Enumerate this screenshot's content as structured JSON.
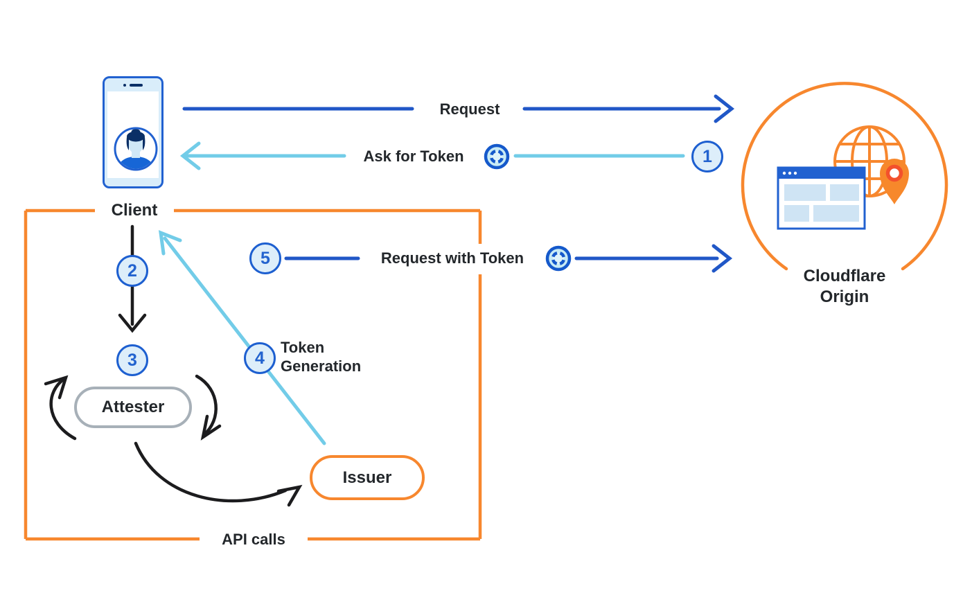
{
  "diagram": {
    "nodes": {
      "client": "Client",
      "cloudflare_origin": "Cloudflare Origin",
      "attester": "Attester",
      "issuer": "Issuer"
    },
    "flows": {
      "request": "Request",
      "ask_for_token": "Ask for Token",
      "request_with_token": "Request with Token",
      "token_generation": "Token Generation",
      "api_calls": "API calls"
    },
    "steps": [
      "1",
      "2",
      "3",
      "4",
      "5"
    ],
    "icons": {
      "client": "smartphone-user-icon",
      "origin": "globe-browser-pin-icon",
      "token": "token-chip-icon"
    },
    "colors": {
      "blue": "#2057c7",
      "light_blue": "#72cce8",
      "orange": "#f7872e",
      "black": "#1c1c1e",
      "badge_border": "#1d5fd0",
      "badge_fill": "#ddeefa",
      "gray_border": "#a7b0b8",
      "pin_red": "#f3512c",
      "text": "#23272b"
    }
  }
}
